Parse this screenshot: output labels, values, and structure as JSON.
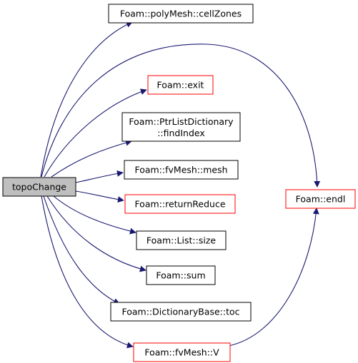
{
  "diagram": {
    "colors": {
      "edge": "#191970",
      "node_border_default": "#000000",
      "node_border_warning": "#ff0000",
      "root_fill": "#bfbfbf",
      "node_fill": "#ffffff"
    },
    "nodes": [
      {
        "id": "root",
        "lines": [
          "topoChange"
        ],
        "border": "default",
        "root": true
      },
      {
        "id": "cellZones",
        "lines": [
          "Foam::polyMesh::cellZones"
        ],
        "border": "default"
      },
      {
        "id": "exit",
        "lines": [
          "Foam::exit"
        ],
        "border": "warning"
      },
      {
        "id": "findIndex",
        "lines": [
          "Foam::PtrListDictionary",
          "::findIndex"
        ],
        "border": "default"
      },
      {
        "id": "mesh",
        "lines": [
          "Foam::fvMesh::mesh"
        ],
        "border": "default"
      },
      {
        "id": "returnReduce",
        "lines": [
          "Foam::returnReduce"
        ],
        "border": "warning"
      },
      {
        "id": "size",
        "lines": [
          "Foam::List::size"
        ],
        "border": "default"
      },
      {
        "id": "sum",
        "lines": [
          "Foam::sum"
        ],
        "border": "default"
      },
      {
        "id": "toc",
        "lines": [
          "Foam::DictionaryBase::toc"
        ],
        "border": "default"
      },
      {
        "id": "V",
        "lines": [
          "Foam::fvMesh::V"
        ],
        "border": "warning"
      },
      {
        "id": "endl",
        "lines": [
          "Foam::endl"
        ],
        "border": "warning"
      }
    ],
    "edges": [
      {
        "from": "root",
        "to": "cellZones"
      },
      {
        "from": "root",
        "to": "endl"
      },
      {
        "from": "root",
        "to": "exit"
      },
      {
        "from": "root",
        "to": "findIndex"
      },
      {
        "from": "root",
        "to": "mesh"
      },
      {
        "from": "root",
        "to": "returnReduce"
      },
      {
        "from": "root",
        "to": "size"
      },
      {
        "from": "root",
        "to": "sum"
      },
      {
        "from": "root",
        "to": "toc"
      },
      {
        "from": "root",
        "to": "V"
      },
      {
        "from": "V",
        "to": "endl"
      }
    ]
  }
}
